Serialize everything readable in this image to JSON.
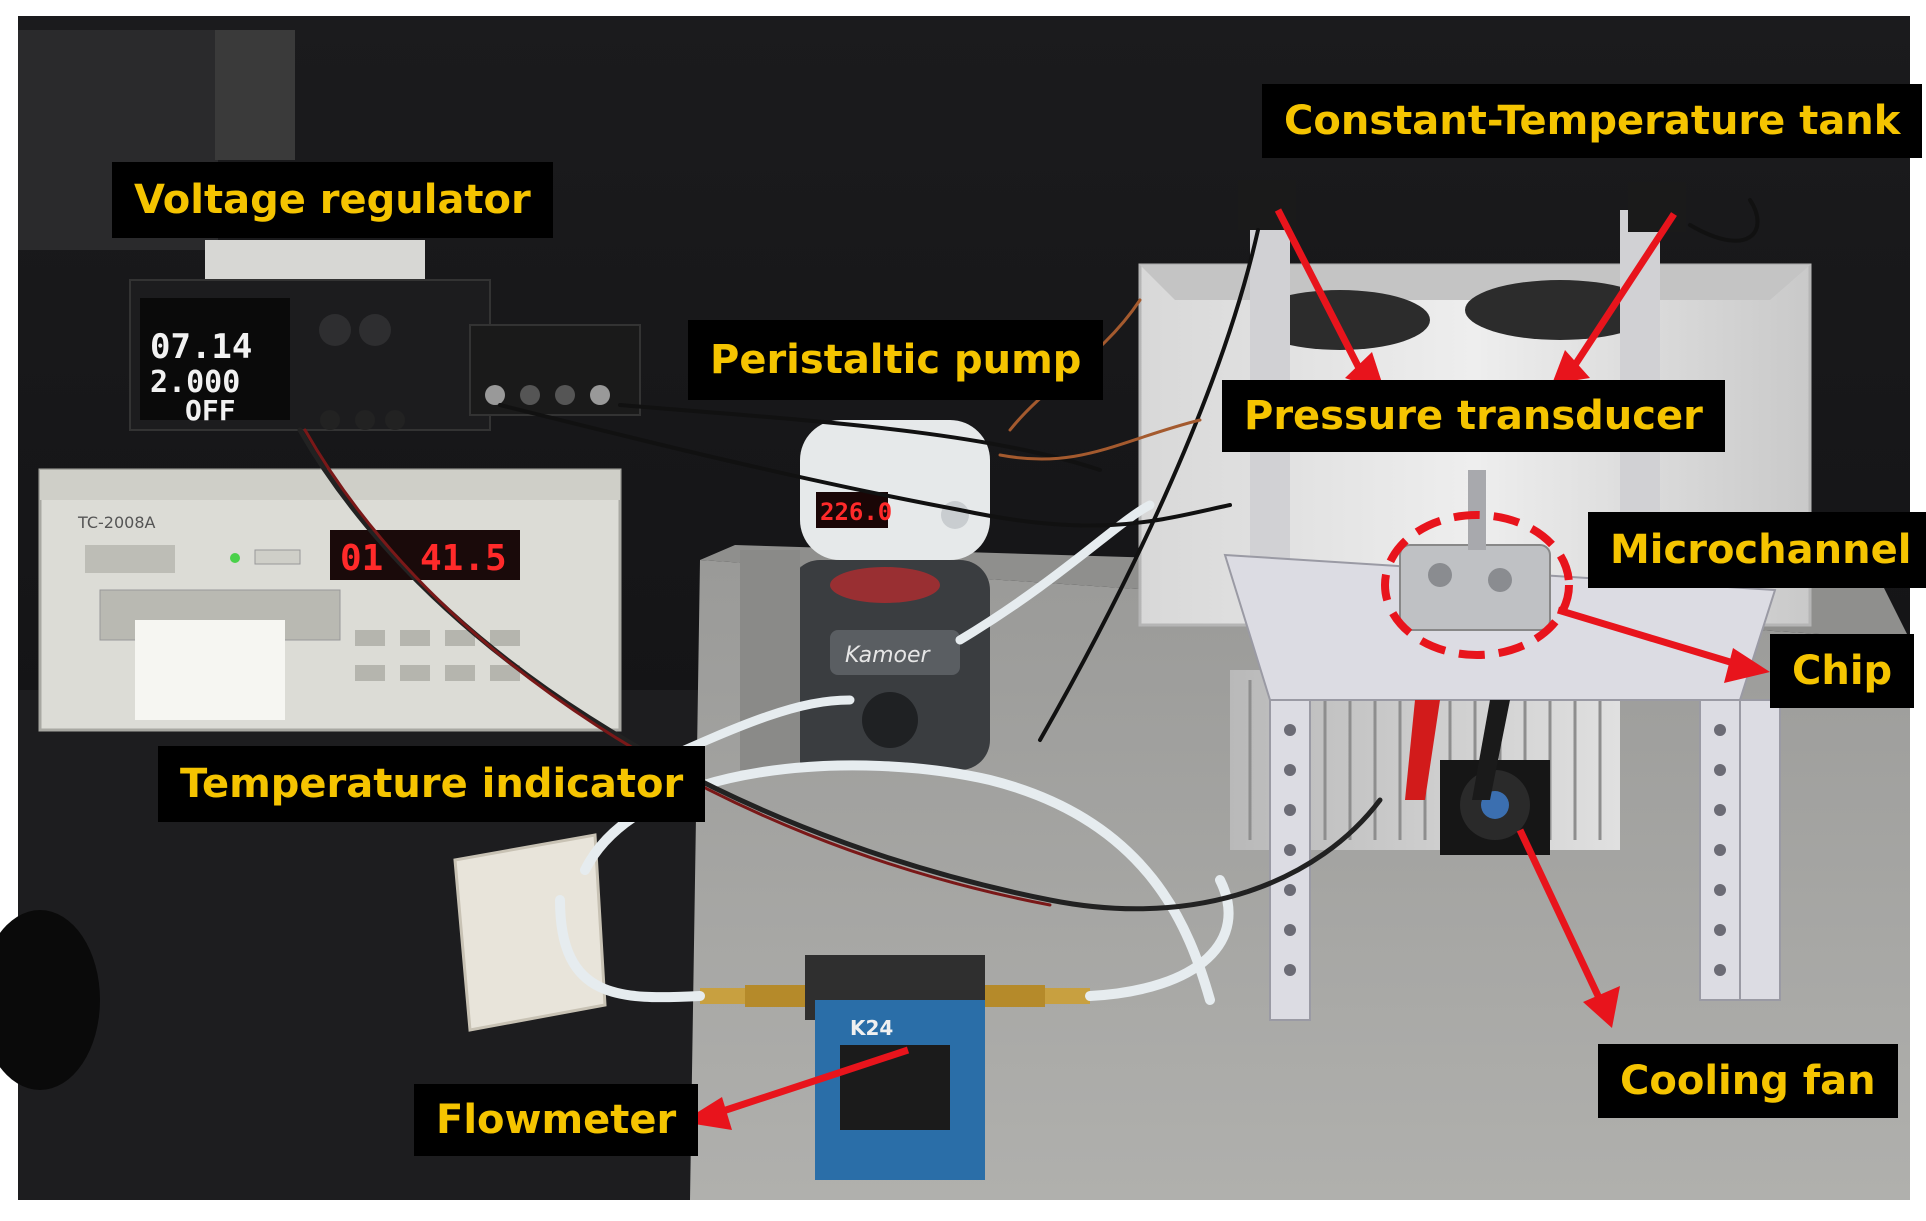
{
  "labels": {
    "constant_temperature_tank": "Constant-Temperature tank",
    "voltage_regulator": "Voltage regulator",
    "peristaltic_pump": "Peristaltic pump",
    "pressure_transducer": "Pressure transducer",
    "microchannel": "Microchannel",
    "chip": "Chip",
    "temperature_indicator": "Temperature indicator",
    "cooling_fan": "Cooling fan",
    "flowmeter": "Flowmeter"
  },
  "displays": {
    "voltage_line1": "07.14",
    "voltage_line2": "2.000",
    "voltage_line3": "OFF",
    "temperature_channel": "01",
    "temperature_value": "41.5",
    "pump_speed": "226.0",
    "flowmeter_model": "K24",
    "pump_brand": "Kamoer",
    "indicator_model": "TC-2008A"
  },
  "colors": {
    "label_background": "#000000",
    "label_text": "#f5c400",
    "arrow": "#e8141c",
    "led_red": "#ff2a2a"
  }
}
